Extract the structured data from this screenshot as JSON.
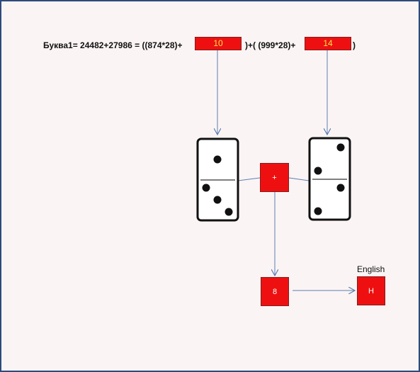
{
  "formula": {
    "prefix": "Буква1= 24482+27986  = ((874*28)+",
    "middle": ")+(  (999*28)+",
    "suffix": ")"
  },
  "boxes": {
    "value_a": "10",
    "value_b": "14",
    "operator": "+",
    "sum": "8",
    "result": "H"
  },
  "result_label": "English",
  "dominoes": {
    "left": {
      "top_pips": 1,
      "bottom_pips": 3
    },
    "right": {
      "top_pips": 2,
      "bottom_pips": 2
    }
  },
  "colors": {
    "box_fill": "#ee1010",
    "box_value_text": "#f6e64a",
    "arrow": "#5b7fb5",
    "frame": "#2d4a7c"
  }
}
